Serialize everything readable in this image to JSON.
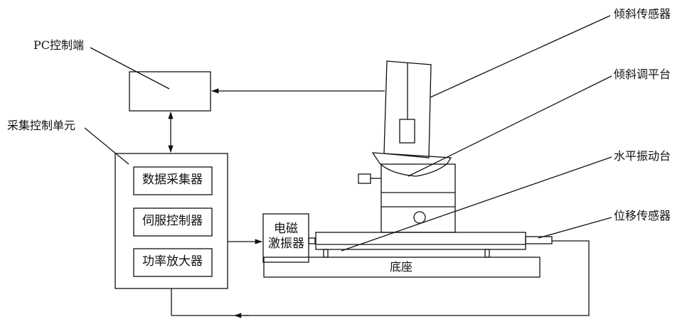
{
  "labels": {
    "pc": "PC控制端",
    "acq_unit": "采集控制单元",
    "data_collector": "数据采集器",
    "servo": "伺服控制器",
    "amplifier": "功率放大器",
    "exciter_line1": "电磁",
    "exciter_line2": "激振器",
    "base": "底座",
    "tilt_sensor": "倾斜传感器",
    "tilt_platform": "倾斜调平台",
    "horizontal_table": "水平振动台",
    "displacement_sensor": "位移传感器"
  }
}
